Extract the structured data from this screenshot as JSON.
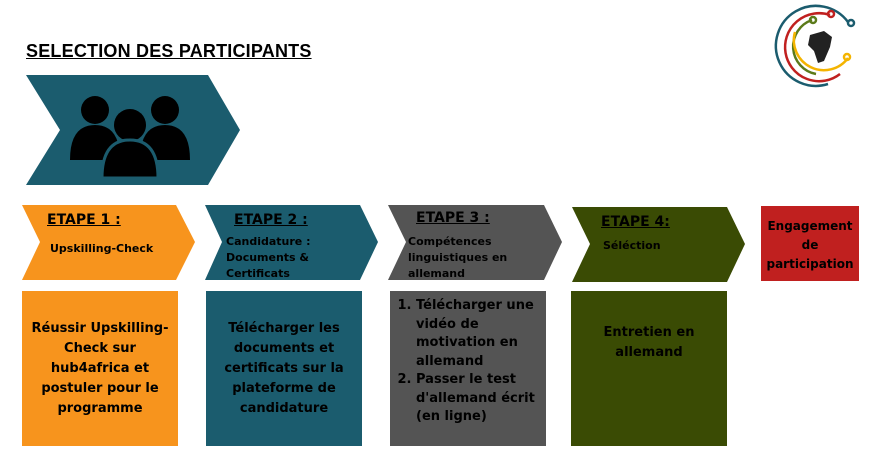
{
  "title": "SELECTION DES PARTICIPANTS",
  "colors": {
    "orange": "#F7941D",
    "teal": "#1B5C6E",
    "gray": "#545454",
    "olive": "#3A4B04",
    "red": "#C0201F"
  },
  "steps": [
    {
      "heading": "ETAPE 1 :",
      "subtitle": "Upskilling-Check",
      "body": "Réussir Upskilling-Check sur hub4africa et postuler pour le programme"
    },
    {
      "heading": "ETAPE 2 :",
      "subtitle": "Candidature : Documents & Certificats",
      "body": "Télécharger les documents et certificats sur la plateforme de candidature"
    },
    {
      "heading": "ETAPE 3 :",
      "subtitle": "Compétences linguistiques en allemand",
      "body_items": [
        "Télécharger une vidéo de motivation en allemand",
        "Passer le test d'allemand écrit (en ligne)"
      ]
    },
    {
      "heading": "ETAPE 4:",
      "subtitle": "Séléction",
      "body": "Entretien en allemand"
    }
  ],
  "final": "Engagement de participation"
}
